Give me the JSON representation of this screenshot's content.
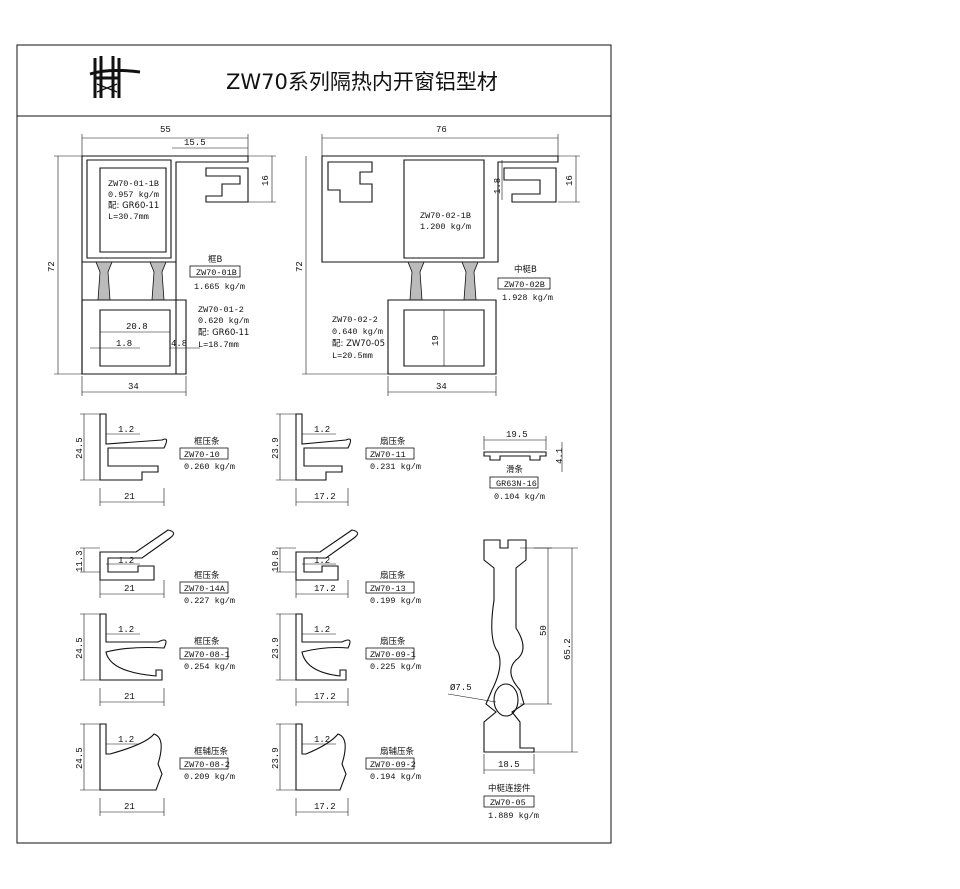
{
  "title": "ZW70系列隔热内开窗铝型材",
  "logo_text": "HT",
  "frame_section": {
    "dims": {
      "width_top": "55",
      "inner_top": "15.5",
      "height": "72",
      "right_height": "16",
      "bottom_width": "34",
      "inner_width": "20.8",
      "left_gap": "1.8",
      "right_gap": "4.8"
    },
    "upper": {
      "code": "ZW70-01-1B",
      "weight": "0.957 kg/m",
      "strip": "配: GR60-11",
      "length": "L=30.7mm"
    },
    "assembly": {
      "name": "框B",
      "code": "ZW70-01B",
      "weight": "1.665 kg/m"
    },
    "lower": {
      "code": "ZW70-01-2",
      "weight": "0.620 kg/m",
      "strip": "配: GR60-11",
      "length": "L=18.7mm"
    }
  },
  "mullion_section": {
    "dims": {
      "width_top": "76",
      "height": "72",
      "gap": "1.8",
      "right_height": "16",
      "inner_height": "19",
      "bottom_width": "34"
    },
    "upper": {
      "code": "ZW70-02-1B",
      "weight": "1.200 kg/m"
    },
    "assembly": {
      "name": "中梃B",
      "code": "ZW70-02B",
      "weight": "1.928 kg/m"
    },
    "lower": {
      "code": "ZW70-02-2",
      "weight": "0.640 kg/m",
      "strip": "配: ZW70-05",
      "length": "L=20.5mm"
    }
  },
  "beads": [
    {
      "name": "框压条",
      "code": "ZW70-10",
      "weight": "0.260 kg/m",
      "height": "24.5",
      "lip": "1.2",
      "width": "21"
    },
    {
      "name": "扇压条",
      "code": "ZW70-11",
      "weight": "0.231 kg/m",
      "height": "23.9",
      "lip": "1.2",
      "width": "17.2"
    },
    {
      "name": "框压条",
      "code": "ZW70-14A",
      "weight": "0.227 kg/m",
      "height": "11.3",
      "lip": "1.2",
      "width": "21"
    },
    {
      "name": "扇压条",
      "code": "ZW70-13",
      "weight": "0.199 kg/m",
      "height": "10.8",
      "lip": "1.2",
      "width": "17.2"
    },
    {
      "name": "框压条",
      "code": "ZW70-08-1",
      "weight": "0.254 kg/m",
      "height": "24.5",
      "lip": "1.2",
      "width": "21"
    },
    {
      "name": "扇压条",
      "code": "ZW70-09-1",
      "weight": "0.225 kg/m",
      "height": "23.9",
      "lip": "1.2",
      "width": "17.2"
    },
    {
      "name": "框辅压条",
      "code": "ZW70-08-2",
      "weight": "0.209 kg/m",
      "height": "24.5",
      "lip": "1.2",
      "width": "21"
    },
    {
      "name": "扇辅压条",
      "code": "ZW70-09-2",
      "weight": "0.194 kg/m",
      "height": "23.9",
      "lip": "1.2",
      "width": "17.2"
    }
  ],
  "slide_strip": {
    "name": "滑条",
    "code": "GR63N-16",
    "weight": "0.104 kg/m",
    "width": "19.5",
    "height": "4.1"
  },
  "connector": {
    "name": "中梃连接件",
    "code": "ZW70-05",
    "weight": "1.889 kg/m",
    "hole": "Ø7.5",
    "height_inner": "50",
    "height": "65.2",
    "width": "18.5"
  }
}
